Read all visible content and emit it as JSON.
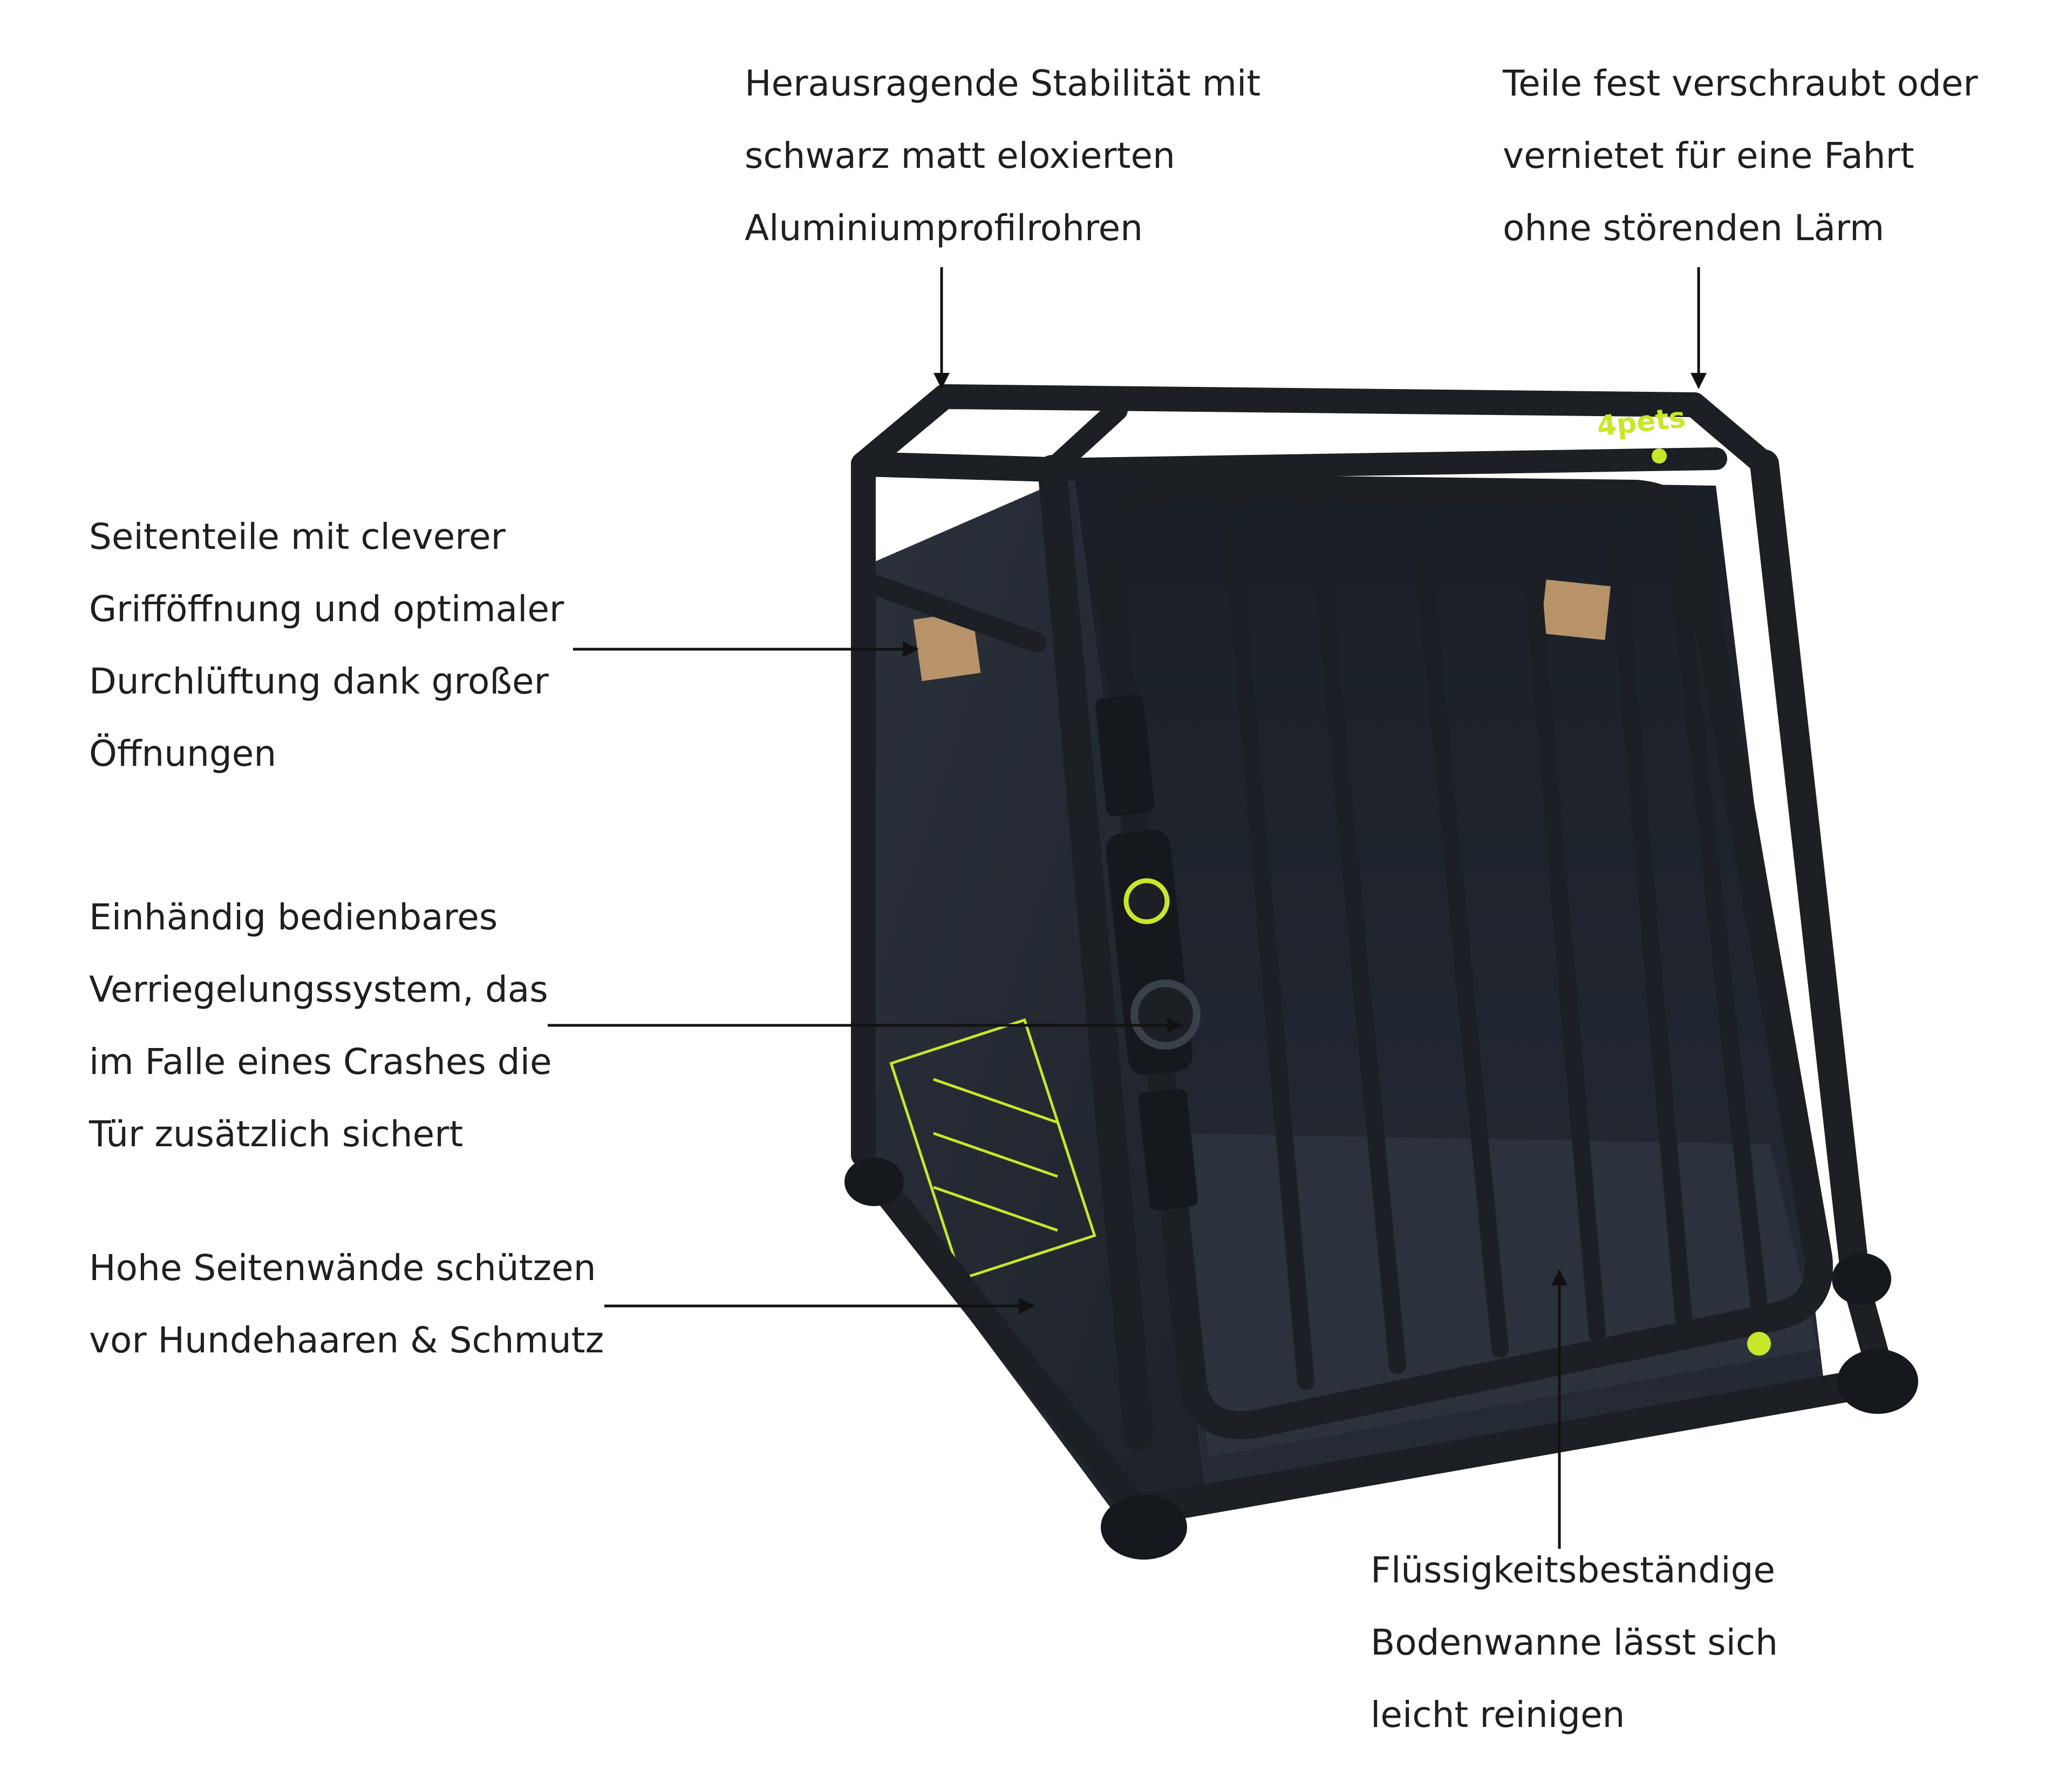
{
  "brand": {
    "logo_text": "4pets"
  },
  "colors": {
    "frame": "#1c1f24",
    "panel": "#252a33",
    "accent": "#c8e62a",
    "text": "#1f1f1f"
  },
  "callouts": {
    "top_left": [
      "Herausragende Stabilität mit",
      "schwarz matt eloxierten",
      "Aluminiumprofilrohren"
    ],
    "top_right": [
      "Teile fest verschraubt oder",
      "vernietet für eine Fahrt",
      "ohne störenden Lärm"
    ],
    "side_panels": [
      "Seitenteile mit cleverer",
      "Grifföffnung und optimaler",
      "Durchlüftung dank großer",
      "Öffnungen"
    ],
    "lock_system": [
      "Einhändig bedienbares",
      "Verriegelungssystem, das",
      "im Falle eines Crashes die",
      "Tür zusätzlich sichert"
    ],
    "side_walls": [
      "Hohe Seitenwände schützen",
      "vor Hundehaaren & Schmutz"
    ],
    "floor_tray": [
      "Flüssigkeitsbeständige",
      "Bodenwanne lässt sich",
      "leicht reinigen"
    ]
  }
}
